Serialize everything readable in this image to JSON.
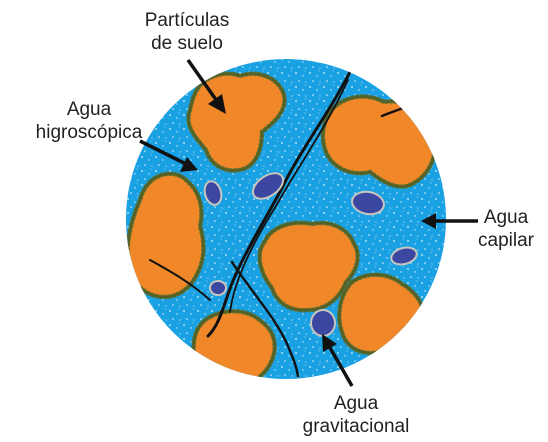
{
  "labels": {
    "soil_particles": {
      "line1": "Partículas",
      "line2": "de suelo"
    },
    "hygroscopic_water": {
      "line1": "Agua",
      "line2": "higroscópica"
    },
    "capillary_water": {
      "line1": "Agua",
      "line2": "capilar"
    },
    "gravitational_water": {
      "line1": "Agua",
      "line2": "gravitacional"
    }
  },
  "colors": {
    "capillary_water": "#1aa1e3",
    "soil_particle": "#f0882a",
    "gravitational_water": "#3b47a0",
    "outline": "#111111",
    "hygroscopic_fringe": "#5a6b2a"
  }
}
